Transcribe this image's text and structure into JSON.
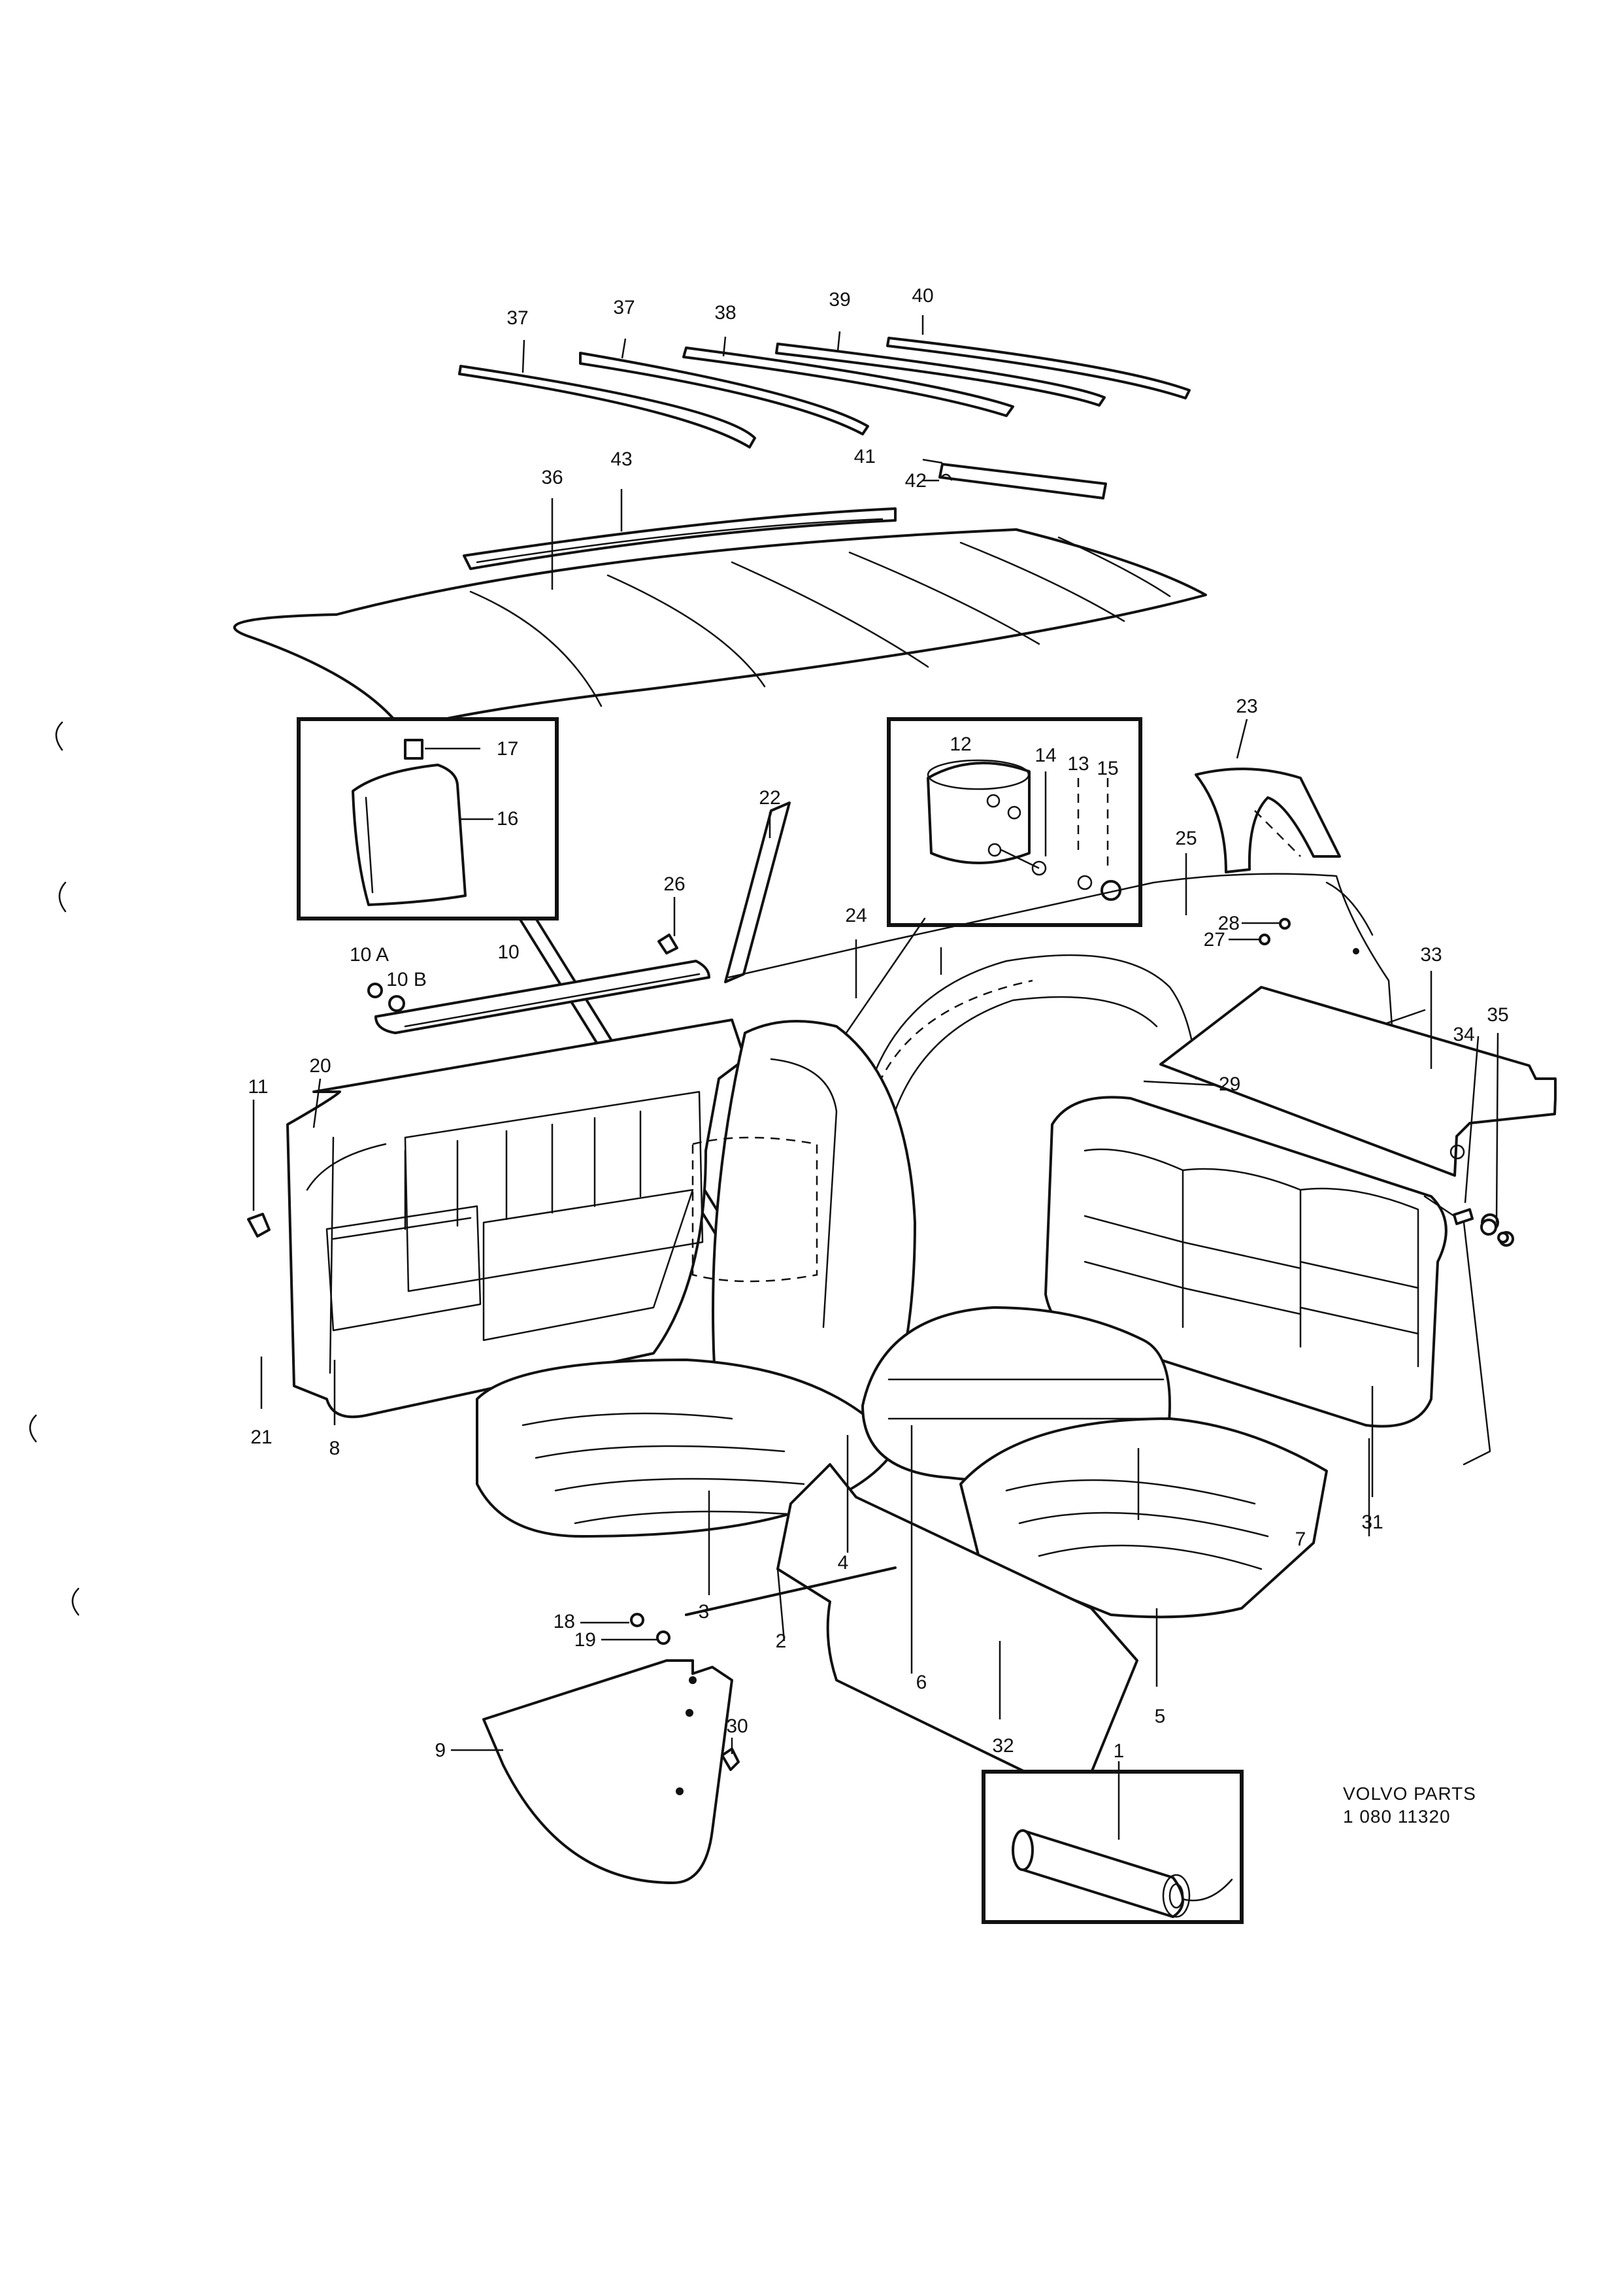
{
  "callouts": {
    "c1": "1",
    "c2": "2",
    "c3": "3",
    "c4": "4",
    "c5": "5",
    "c6": "6",
    "c7": "7",
    "c8": "8",
    "c9": "9",
    "c10": "10",
    "c10a": "10 A",
    "c10b": "10 B",
    "c11": "11",
    "c12": "12",
    "c13": "13",
    "c14": "14",
    "c15": "15",
    "c16": "16",
    "c17": "17",
    "c18": "18",
    "c19": "19",
    "c20": "20",
    "c21": "21",
    "c22": "22",
    "c23": "23",
    "c24": "24",
    "c25": "25",
    "c26": "26",
    "c27": "27",
    "c28": "28",
    "c29": "29",
    "c30": "30",
    "c31": "31",
    "c32": "32",
    "c33": "33",
    "c34": "34",
    "c35": "35",
    "c36": "36",
    "c37a": "37",
    "c37b": "37",
    "c38": "38",
    "c39": "39",
    "c40": "40",
    "c41": "41",
    "c42": "42",
    "c43": "43"
  },
  "footer": {
    "line1": "VOLVO PARTS",
    "line2": "1 080  11320"
  }
}
